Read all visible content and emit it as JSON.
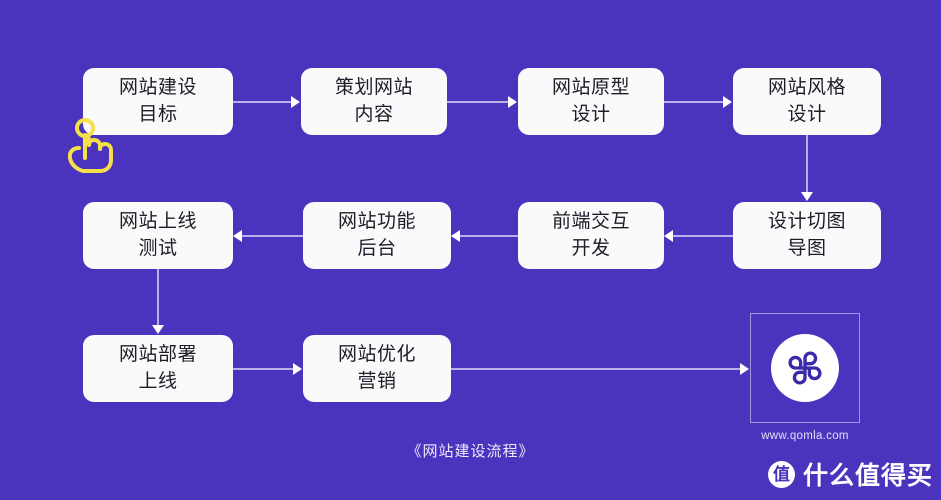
{
  "page": {
    "background_color": "#4C33BE",
    "node_fill": "#FAFAFA",
    "connector_color": "#b9aee8",
    "cursor_color": "#F5E049",
    "caption": "《网站建设流程》"
  },
  "nodes": [
    {
      "id": "goal",
      "line1": "网站建设",
      "line2": "目标"
    },
    {
      "id": "content",
      "line1": "策划网站",
      "line2": "内容"
    },
    {
      "id": "prototype",
      "line1": "网站原型",
      "line2": "设计"
    },
    {
      "id": "style",
      "line1": "网站风格",
      "line2": "设计"
    },
    {
      "id": "slice",
      "line1": "设计切图",
      "line2": "导图"
    },
    {
      "id": "frontend",
      "line1": "前端交互",
      "line2": "开发"
    },
    {
      "id": "backend",
      "line1": "网站功能",
      "line2": "后台"
    },
    {
      "id": "test",
      "line1": "网站上线",
      "line2": "测试"
    },
    {
      "id": "deploy",
      "line1": "网站部署",
      "line2": "上线"
    },
    {
      "id": "optimize",
      "line1": "网站优化",
      "line2": "营销"
    }
  ],
  "logo": {
    "icon_name": "qomla-pinwheel-logo",
    "url": "www.qomla.com"
  },
  "cursor": {
    "icon_name": "tap-hand-cursor"
  },
  "watermark": {
    "badge": "值",
    "text": "什么值得买"
  }
}
